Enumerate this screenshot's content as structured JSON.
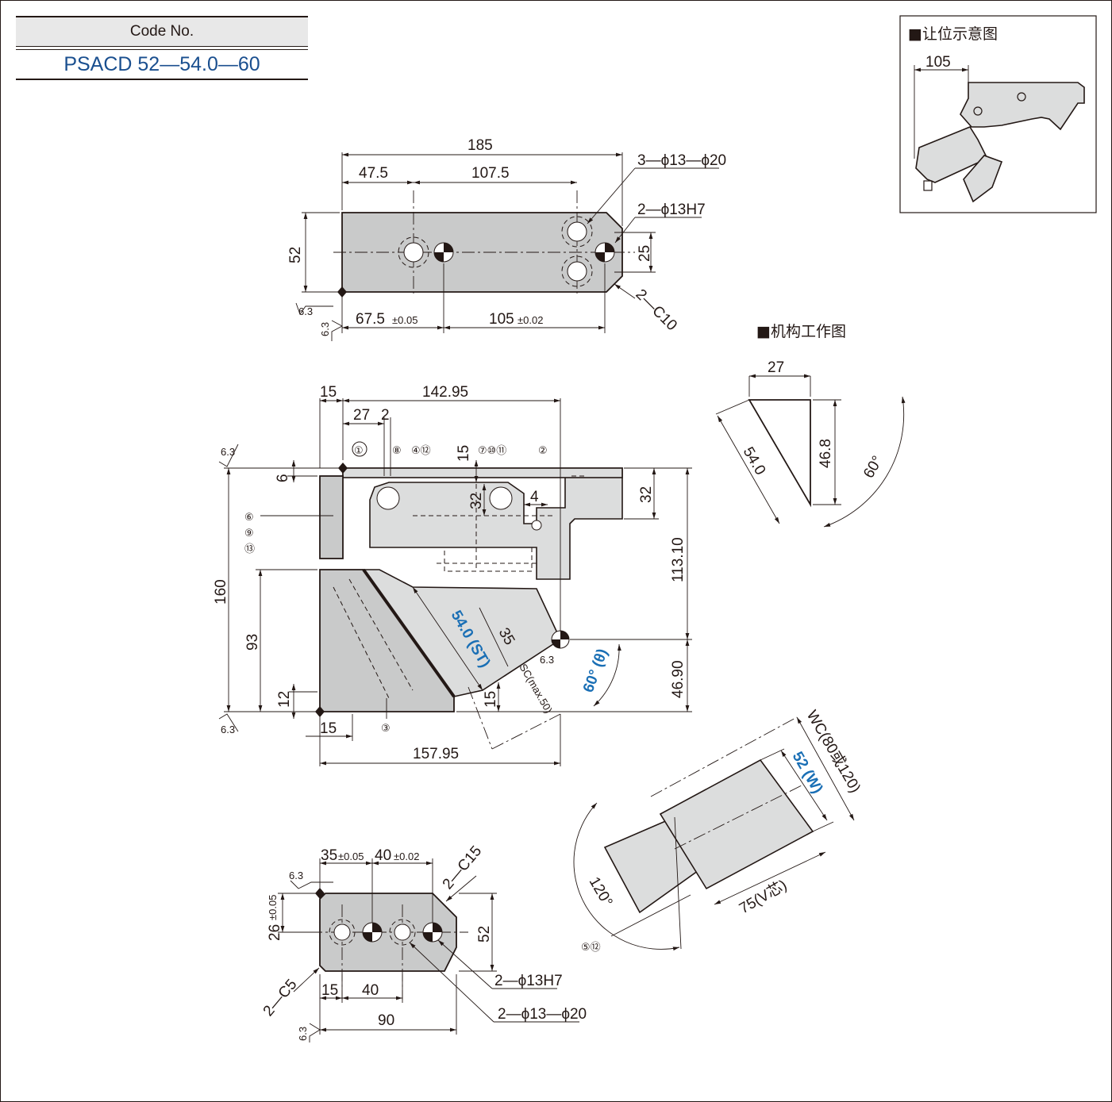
{
  "code_table": {
    "header": "Code No.",
    "value": "PSACD 52—54.0—60"
  },
  "clearance_view": {
    "title": "■让位示意图",
    "dim_105": "105"
  },
  "mechanism_view": {
    "title": "■机构工作图",
    "dim_27": "27",
    "dim_54": "54.0",
    "dim_468": "46.8",
    "angle": "60°"
  },
  "top_view": {
    "dim_185": "185",
    "dim_475": "47.5",
    "dim_1075": "107.5",
    "dim_52": "52",
    "dim_25": "25",
    "dim_675": "67.5",
    "tol_675": "±0.05",
    "dim_105": "105",
    "tol_105": "±0.02",
    "holes_a": "3—ϕ13—ϕ20",
    "holes_b": "2—ϕ13H7",
    "chamfer": "2—C10",
    "rough": "6.3"
  },
  "front_view": {
    "dim_15a": "15",
    "dim_14295": "142.95",
    "dim_27": "27",
    "dim_2": "2",
    "dim_15b": "15",
    "dim_6": "6",
    "dim_32a": "32",
    "dim_32b": "32",
    "dim_4": "4",
    "dim_11310": "113.10",
    "dim_160": "160",
    "dim_93": "93",
    "dim_12": "12",
    "dim_15c": "15",
    "dim_15d": "15",
    "dim_15795": "157.95",
    "dim_4690": "46.90",
    "dim_35": "35",
    "stroke": "54.0 (ST)",
    "angle": "60° (θ)",
    "sc": "SC(max.50)",
    "rough": "6.3",
    "callouts": [
      "①",
      "⑧",
      "④⑫",
      "⑦⑩⑪",
      "②",
      "⑥",
      "⑨",
      "⑬",
      "③"
    ]
  },
  "side_view": {
    "wc": "WC(80或120)",
    "width": "52 (W)",
    "vcore": "75(V芯)",
    "angle": "120°",
    "callout": "⑤⑫"
  },
  "bottom_view": {
    "dim_35": "35",
    "tol_35": "±0.05",
    "dim_40a": "40",
    "tol_40a": "±0.02",
    "dim_26": "26",
    "tol_26": "±0.05",
    "dim_52": "52",
    "dim_15": "15",
    "dim_40b": "40",
    "dim_90": "90",
    "chamfer_c15": "2—C15",
    "chamfer_c5": "2—C5",
    "holes_a": "2—ϕ13H7",
    "holes_b": "2—ϕ13—ϕ20",
    "rough": "6.3"
  }
}
